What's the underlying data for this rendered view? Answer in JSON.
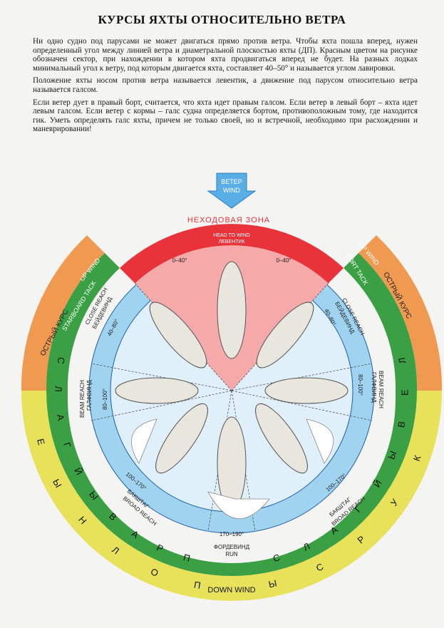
{
  "page": {
    "title": "КУРСЫ ЯХТЫ ОТНОСИТЕЛЬНО ВЕТРА",
    "paragraphs": [
      "Ни одно судно под парусами не может двигаться прямо против ветра. Чтобы яхта пошла вперед, нужен определенный угол между линией ветра и диаметральной плоскостью яхты (ДП). Красным цветом на рисунке обозначен сектор, при нахождении в котором яхта продвигаться вперед не будет. На разных лодках минимальный угол к ветру, под которым двигается яхта, составляет 40–50° и называется углом лавировки.",
      "Положение яхты носом против ветра называется левентик, а движение под парусом относительно ветра называется галсом.",
      "Если ветер дует в правый борт, считается, что яхта идет правым галсом. Если ветер в левый борт – яхта идет левым галсом. Если ветер с кормы – галс судна определяется бортом, противоположным тому, где находится гик. Уметь определять галс яхты, причем не только своей, но и встречной, необходимо при расхождении и маневрировании!"
    ]
  },
  "diagram": {
    "wind_arrow": {
      "line1": "ВЕТЕР",
      "line2": "WIND"
    },
    "no_go": {
      "label": "НЕХОДОВАЯ   ЗОНА",
      "en": "HEAD TO WIND",
      "ru": "ЛЕВЕНТИК",
      "angle_left": "0–40°",
      "angle_right": "0–40°"
    },
    "close_reach": {
      "en": "CLOSE REACH",
      "ru": "БЕЙДЕВИНД",
      "angle": "40–80°"
    },
    "beam_reach": {
      "en": "BEAM REACH",
      "ru": "ГАЛФВИНД",
      "angle": "80–100°"
    },
    "broad_reach": {
      "ru": "БАКШТАГ",
      "en": "BROAD REACH",
      "angle": "100–170°"
    },
    "run": {
      "angle": "170–190°",
      "ru": "ФОРДЕВИНД",
      "en": "RUN"
    },
    "starboard_tack": "STARBOARD TACK",
    "port_tack": "PORT TACK",
    "up_wind": "UP WIND",
    "ostry_kurs": "ОСТРЫЙ КУРС",
    "down_wind": "DOWN WIND",
    "right_tack_letters": [
      "П",
      "Р",
      "А",
      "В",
      "Ы",
      "Й",
      "Г",
      "А",
      "Л",
      "С"
    ],
    "left_tack_letters": [
      "Л",
      "Е",
      "В",
      "Ы",
      "Й",
      "Г",
      "А",
      "Л",
      "С"
    ],
    "polny_kurs_left": [
      "П",
      "О",
      "Л",
      "Н",
      "Ы",
      "Е"
    ],
    "polny_kurs_right": [
      "К",
      "У",
      "Р",
      "С",
      "Ы"
    ],
    "colors": {
      "nogo": "#e8333a",
      "nogo_fill": "#f6a9a9",
      "light_blue": "#9fd3ef",
      "inner_blue": "#dff0fa",
      "green": "#3aa043",
      "yellow": "#e8e25a",
      "orange": "#ef9a50"
    }
  }
}
